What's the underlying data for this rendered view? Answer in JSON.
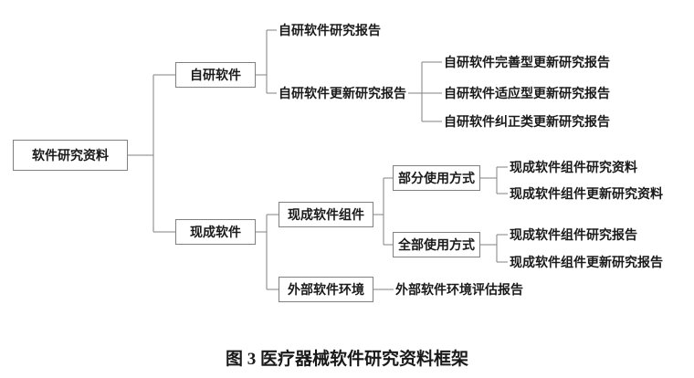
{
  "diagram": {
    "nodes": {
      "root": "软件研究资料",
      "ziyan": "自研软件",
      "ziyan_report": "自研软件研究报告",
      "ziyan_update_report": "自研软件更新研究报告",
      "ziyan_wanshan": "自研软件完善型更新研究报告",
      "ziyan_shiying": "自研软件适应型更新研究报告",
      "ziyan_jiuzheng": "自研软件纠正类更新研究报告",
      "xiancheng": "现成软件",
      "xc_zujian": "现成软件组件",
      "bufen": "部分使用方式",
      "bufen_ziliao": "现成软件组件研究资料",
      "bufen_update_ziliao": "现成软件组件更新研究资料",
      "quanbu": "全部使用方式",
      "quanbu_baogao": "现成软件组件研究报告",
      "quanbu_update_baogao": "现成软件组件更新研究报告",
      "waibu": "外部软件环境",
      "waibu_pinggu": "外部软件环境评估报告"
    },
    "caption": "图 3 医疗器械软件研究资料框架"
  }
}
